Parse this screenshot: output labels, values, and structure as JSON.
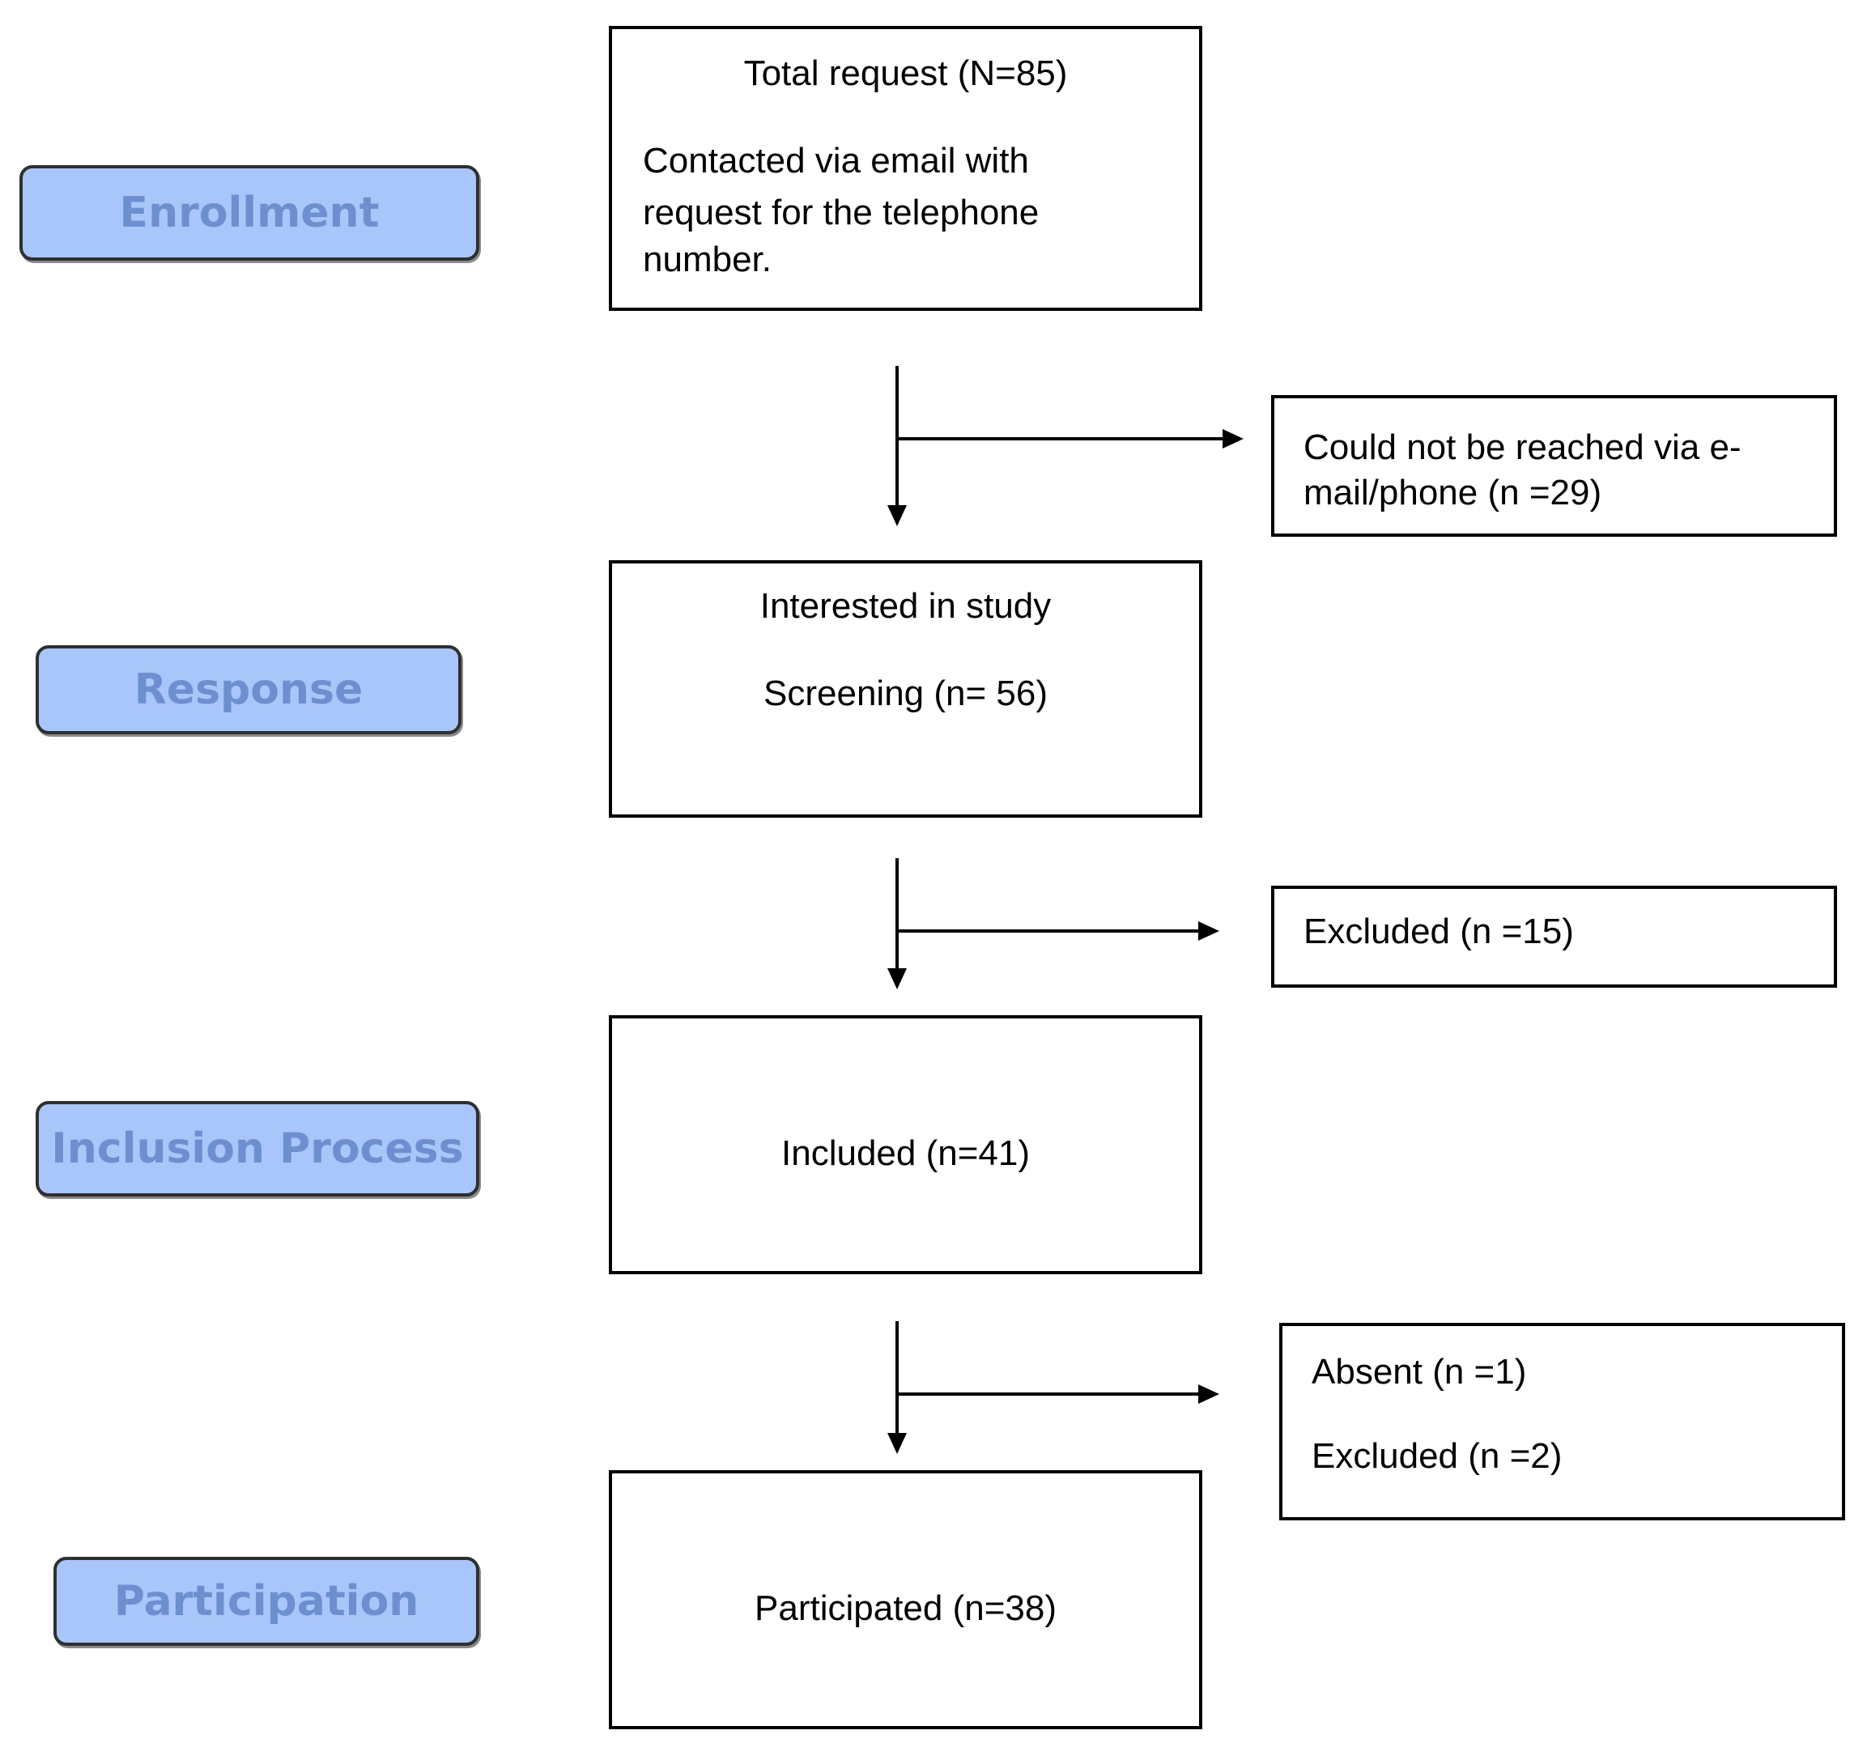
{
  "stages": {
    "enrollment": "Enrollment",
    "response": "Response",
    "inclusion": "Inclusion Process",
    "participation": "Participation"
  },
  "boxes": {
    "total_request": {
      "title": "Total request (N=85)",
      "body_line1": "Contacted via email with",
      "body_line2": "request for the telephone",
      "body_line3": "number."
    },
    "not_reached": {
      "line1": "Could not be reached via e-",
      "line2": "mail/phone (n =29)"
    },
    "interested": {
      "line1": "Interested in study",
      "line2": "Screening (n= 56)"
    },
    "excluded_1": "Excluded (n =15)",
    "included": "Included (n=41)",
    "absent_excluded": {
      "line1": "Absent (n =1)",
      "line2": "Excluded (n =2)"
    },
    "participated": "Participated (n=38)"
  },
  "colors": {
    "stage_fill": "#a9c6fa",
    "stage_text": "#6e8fcf",
    "stroke": "#000000"
  }
}
